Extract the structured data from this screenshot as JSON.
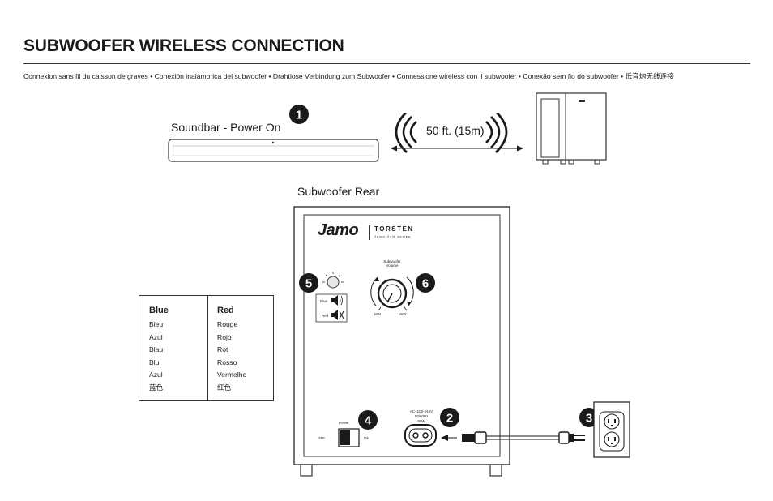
{
  "title": "SUBWOOFER WIRELESS CONNECTION",
  "subtitle": "Connexion sans fil du caisson de graves • Conexión inalámbrica del subwoofer • Drahtlose Verbindung zum Subwoofer • Connessione wireless con il subwoofer • Conexão sem fio do subwoofer • 低音炮无线连接",
  "soundbar_label": "Soundbar - Power On",
  "distance_label": "50 ft. (15m)",
  "subwoofer_rear_label": "Subwoofer Rear",
  "brand": {
    "logo": "Jamo",
    "series": "TORSTEN",
    "series_sub": "Jamo 24H series"
  },
  "steps": [
    "1",
    "2",
    "3",
    "4",
    "5",
    "6"
  ],
  "volume": {
    "title_line1": "Subwoofer",
    "title_line2": "Volume",
    "min": "MIN",
    "max": "MAX"
  },
  "indicator": {
    "blue": "Blue",
    "red": "Red"
  },
  "power": {
    "label": "Power",
    "off": "OFF",
    "on": "ON"
  },
  "ac_spec": [
    "AC~100-240V",
    "50/60Hz",
    "90W"
  ],
  "legend": {
    "blue": {
      "heading": "Blue",
      "items": [
        "Bleu",
        "Azul",
        "Blau",
        "Blu",
        "Azul",
        "蓝色"
      ]
    },
    "red": {
      "heading": "Red",
      "items": [
        "Rouge",
        "Rojo",
        "Rot",
        "Rosso",
        "Vermelho",
        "红色"
      ]
    }
  },
  "icons": [
    "speaker-on-icon",
    "speaker-mute-icon",
    "wireless-waves-icon",
    "power-plug-icon",
    "wall-outlet-icon"
  ],
  "colors": {
    "ink": "#1a1a1a",
    "led": "#e8e8e8",
    "panel": "#ffffff"
  }
}
